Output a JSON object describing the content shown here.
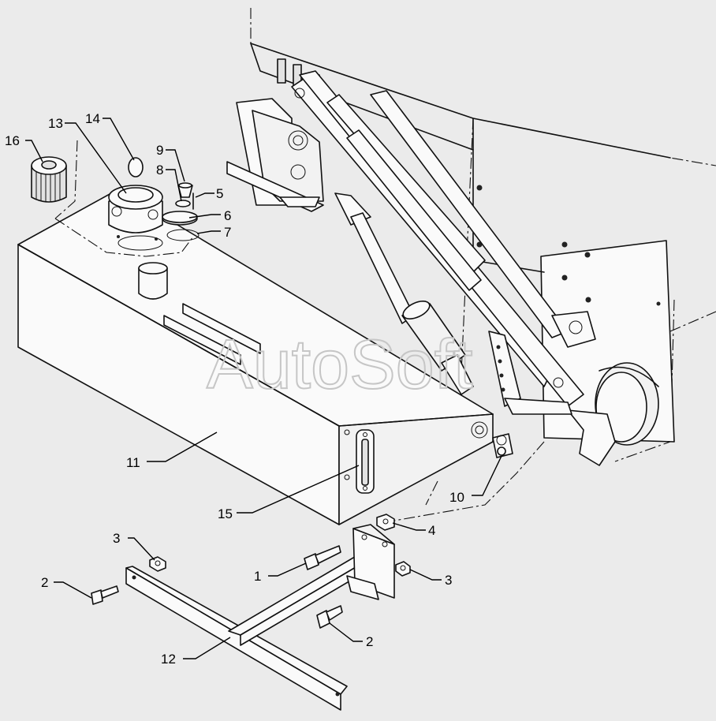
{
  "watermark": "AutoSoft",
  "callouts": [
    {
      "id": "c16",
      "text": "16"
    },
    {
      "id": "c13",
      "text": "13"
    },
    {
      "id": "c14",
      "text": "14"
    },
    {
      "id": "c9",
      "text": "9"
    },
    {
      "id": "c8",
      "text": "8"
    },
    {
      "id": "c5",
      "text": "5"
    },
    {
      "id": "c6",
      "text": "6"
    },
    {
      "id": "c7",
      "text": "7"
    },
    {
      "id": "c11",
      "text": "11"
    },
    {
      "id": "c15",
      "text": "15"
    },
    {
      "id": "c10",
      "text": "10"
    },
    {
      "id": "c4",
      "text": "4"
    },
    {
      "id": "c3a",
      "text": "3"
    },
    {
      "id": "c3b",
      "text": "3"
    },
    {
      "id": "c2a",
      "text": "2"
    },
    {
      "id": "c1",
      "text": "1"
    },
    {
      "id": "c2b",
      "text": "2"
    },
    {
      "id": "c12",
      "text": "12"
    }
  ]
}
